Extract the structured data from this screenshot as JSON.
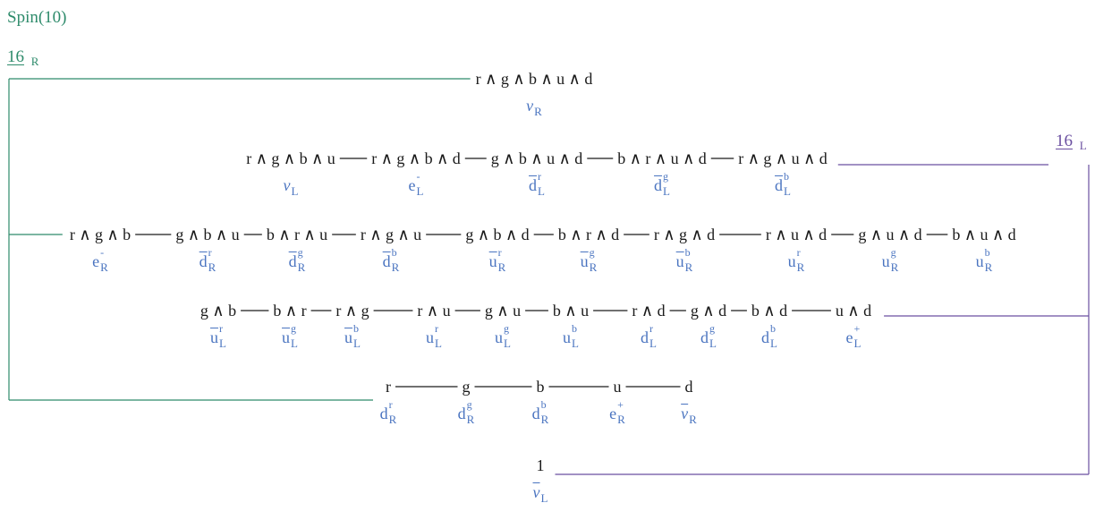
{
  "group_label": "Spin(10)",
  "rep_R": {
    "num": "16",
    "sub": "R"
  },
  "rep_L": {
    "num": "16",
    "sub": "L"
  },
  "colors": {
    "green": "#2e8b6b",
    "purple": "#6a4fa0",
    "blue": "#4a74c0",
    "text": "#1a1a1a"
  },
  "row1": [
    {
      "top": "r ∧ g ∧ b ∧ u ∧ d",
      "sym": "v",
      "italic": true,
      "bar": false,
      "sup": "",
      "sub": "R"
    }
  ],
  "row2": [
    {
      "top": "r ∧ g ∧ b ∧ u",
      "sym": "v",
      "italic": true,
      "bar": false,
      "sup": "",
      "sub": "L"
    },
    {
      "top": "r ∧ g ∧ b ∧ d",
      "sym": "e",
      "italic": false,
      "bar": false,
      "sup": "-",
      "sub": "L"
    },
    {
      "top": "g ∧ b ∧ u ∧ d",
      "sym": "d",
      "italic": false,
      "bar": true,
      "sup": "r",
      "sub": "L"
    },
    {
      "top": "b ∧ r ∧ u ∧ d",
      "sym": "d",
      "italic": false,
      "bar": true,
      "sup": "g",
      "sub": "L"
    },
    {
      "top": "r ∧ g ∧ u ∧ d",
      "sym": "d",
      "italic": false,
      "bar": true,
      "sup": "b",
      "sub": "L"
    }
  ],
  "row3": [
    {
      "top": "r ∧ g ∧ b",
      "sym": "e",
      "italic": false,
      "bar": false,
      "sup": "-",
      "sub": "R"
    },
    {
      "top": "g ∧ b ∧ u",
      "sym": "d",
      "italic": false,
      "bar": true,
      "sup": "r",
      "sub": "R"
    },
    {
      "top": "b ∧ r ∧ u",
      "sym": "d",
      "italic": false,
      "bar": true,
      "sup": "g",
      "sub": "R"
    },
    {
      "top": "r ∧ g ∧ u",
      "sym": "d",
      "italic": false,
      "bar": true,
      "sup": "b",
      "sub": "R"
    },
    {
      "top": "g ∧ b ∧ d",
      "sym": "u",
      "italic": false,
      "bar": true,
      "sup": "r",
      "sub": "R"
    },
    {
      "top": "b ∧ r ∧ d",
      "sym": "u",
      "italic": false,
      "bar": true,
      "sup": "g",
      "sub": "R"
    },
    {
      "top": "r ∧ g ∧ d",
      "sym": "u",
      "italic": false,
      "bar": true,
      "sup": "b",
      "sub": "R"
    },
    {
      "top": "r ∧ u ∧ d",
      "sym": "u",
      "italic": false,
      "bar": false,
      "sup": "r",
      "sub": "R"
    },
    {
      "top": "g ∧ u ∧ d",
      "sym": "u",
      "italic": false,
      "bar": false,
      "sup": "g",
      "sub": "R"
    },
    {
      "top": "b ∧ u ∧ d",
      "sym": "u",
      "italic": false,
      "bar": false,
      "sup": "b",
      "sub": "R"
    }
  ],
  "row4": [
    {
      "top": "g ∧ b",
      "sym": "u",
      "italic": false,
      "bar": true,
      "sup": "r",
      "sub": "L"
    },
    {
      "top": "b ∧ r",
      "sym": "u",
      "italic": false,
      "bar": true,
      "sup": "g",
      "sub": "L"
    },
    {
      "top": "r ∧ g",
      "sym": "u",
      "italic": false,
      "bar": true,
      "sup": "b",
      "sub": "L"
    },
    {
      "top": "r ∧ u",
      "sym": "u",
      "italic": false,
      "bar": false,
      "sup": "r",
      "sub": "L"
    },
    {
      "top": "g ∧ u",
      "sym": "u",
      "italic": false,
      "bar": false,
      "sup": "g",
      "sub": "L"
    },
    {
      "top": "b ∧ u",
      "sym": "u",
      "italic": false,
      "bar": false,
      "sup": "b",
      "sub": "L"
    },
    {
      "top": "r ∧ d",
      "sym": "d",
      "italic": false,
      "bar": false,
      "sup": "r",
      "sub": "L"
    },
    {
      "top": "g ∧ d",
      "sym": "d",
      "italic": false,
      "bar": false,
      "sup": "g",
      "sub": "L"
    },
    {
      "top": "b ∧ d",
      "sym": "d",
      "italic": false,
      "bar": false,
      "sup": "b",
      "sub": "L"
    },
    {
      "top": "u ∧ d",
      "sym": "e",
      "italic": false,
      "bar": false,
      "sup": "+",
      "sub": "L"
    }
  ],
  "row5": [
    {
      "top": "r",
      "sym": "d",
      "italic": false,
      "bar": false,
      "sup": "r",
      "sub": "R"
    },
    {
      "top": "g",
      "sym": "d",
      "italic": false,
      "bar": false,
      "sup": "g",
      "sub": "R"
    },
    {
      "top": "b",
      "sym": "d",
      "italic": false,
      "bar": false,
      "sup": "b",
      "sub": "R"
    },
    {
      "top": "u",
      "sym": "e",
      "italic": false,
      "bar": false,
      "sup": "+",
      "sub": "R"
    },
    {
      "top": "d",
      "sym": "v",
      "italic": true,
      "bar": true,
      "sup": "",
      "sub": "R"
    }
  ],
  "row6": [
    {
      "top": "1",
      "sym": "v",
      "italic": true,
      "bar": true,
      "sup": "",
      "sub": "L"
    }
  ]
}
